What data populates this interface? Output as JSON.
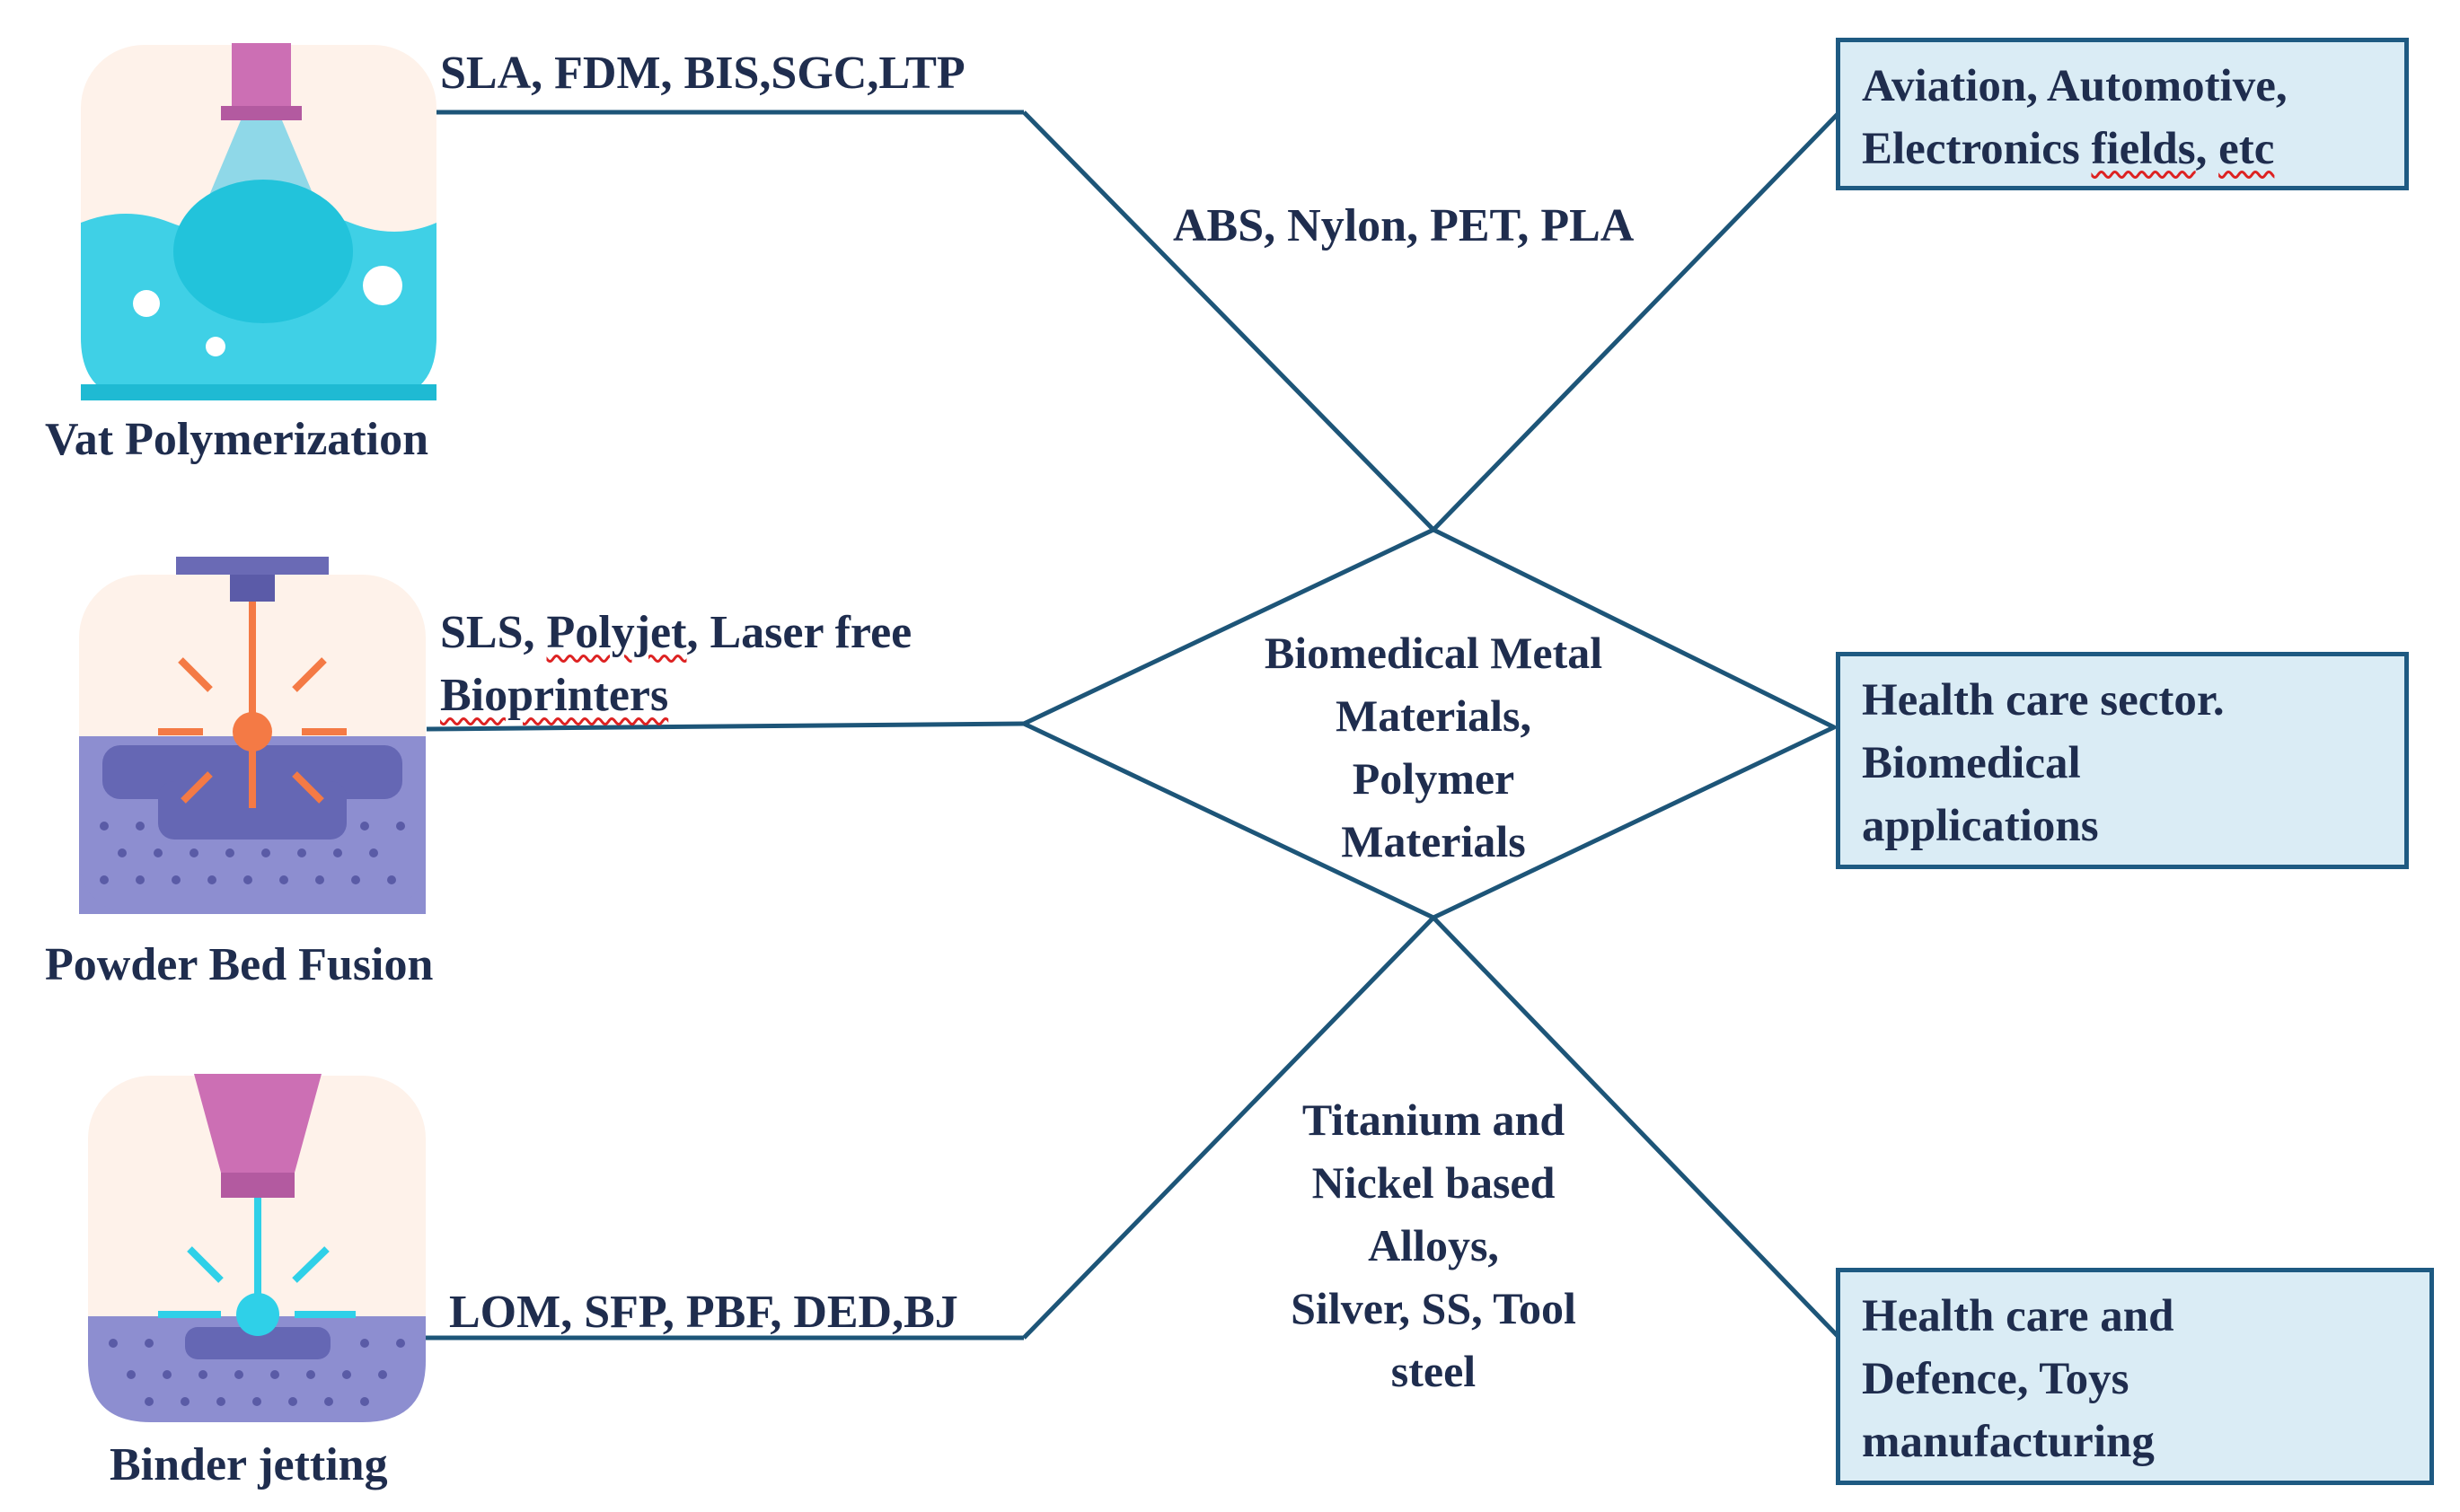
{
  "processes": [
    {
      "name": "Vat Polymerization",
      "techniques": "SLA, FDM, BIS,SGC,LTP",
      "icon": "vat-icon"
    },
    {
      "name": "Powder Bed Fusion",
      "techniques_line1_a": "SLS, ",
      "techniques_line1_b": "Polyjet",
      "techniques_line1_c": ", Laser free",
      "techniques_line2": "Bioprinters",
      "icon": "powder-bed-icon"
    },
    {
      "name": "Binder jetting",
      "techniques": "LOM, SFP, PBF, DED,BJ",
      "icon": "binder-jetting-icon"
    }
  ],
  "materials": {
    "polymers": "ABS, Nylon, PET, PLA",
    "biomedical": [
      "Biomedical Metal",
      "Materials,",
      "Polymer",
      "Materials"
    ],
    "metals": [
      "Titanium and",
      "Nickel based",
      "Alloys,",
      "Silver, SS, Tool",
      "steel"
    ]
  },
  "applications": [
    {
      "line1": "Aviation, Automotive,",
      "line2_a": "Electronics ",
      "line2_b": "fields",
      "line2_c": ", ",
      "line2_d": "etc"
    },
    {
      "lines": [
        "Health care sector.",
        "Biomedical",
        "applications"
      ]
    },
    {
      "lines": [
        "Health care and",
        "Defence, Toys",
        "manufacturing"
      ]
    }
  ],
  "colors": {
    "line": "#1d5578",
    "text": "#1f2d4e",
    "box_fill": "#daecf5",
    "box_border": "#1e5a82"
  }
}
